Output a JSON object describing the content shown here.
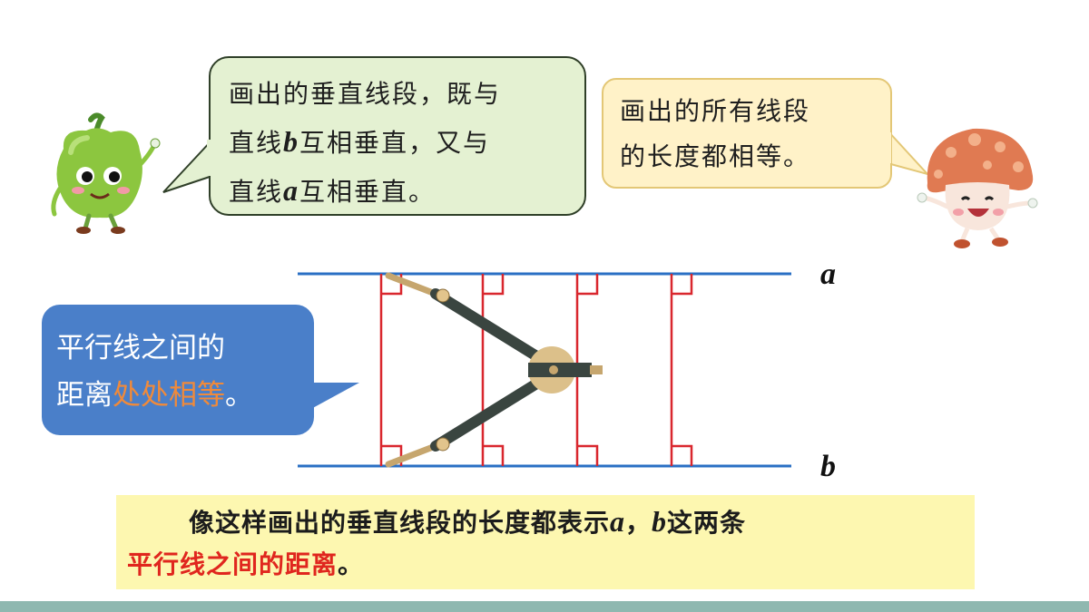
{
  "green_bubble": {
    "line1": "画出的垂直线段，既与",
    "line2_pre": "直线",
    "line2_var": "b",
    "line2_post": "互相垂直，又与",
    "line3_pre": "直线",
    "line3_var": "a",
    "line3_post": "互相垂直。"
  },
  "yellow_bubble": {
    "line1": "画出的所有线段",
    "line2": "的长度都相等。"
  },
  "blue_bubble": {
    "line1": "平行线之间的",
    "line2_pre": "距离",
    "line2_highlight": "处处相等",
    "line2_post": "。"
  },
  "lines": {
    "top_label": "a",
    "bottom_label": "b"
  },
  "caption": {
    "line1_pre": "像这样画出的垂直线段的长度都表示",
    "var_a": "a",
    "sep": "，",
    "var_b": "b",
    "line1_post": "这两条",
    "line2_red": "平行线之间的距离",
    "line2_post": "。"
  },
  "colors": {
    "parallel_line": "#2a6fc4",
    "perpendicular": "#d9272e",
    "highlight": "#f08a3a",
    "caption_red": "#e0261e"
  },
  "icons": [
    "pepper-character-icon",
    "mushroom-character-icon",
    "compass-icon"
  ]
}
